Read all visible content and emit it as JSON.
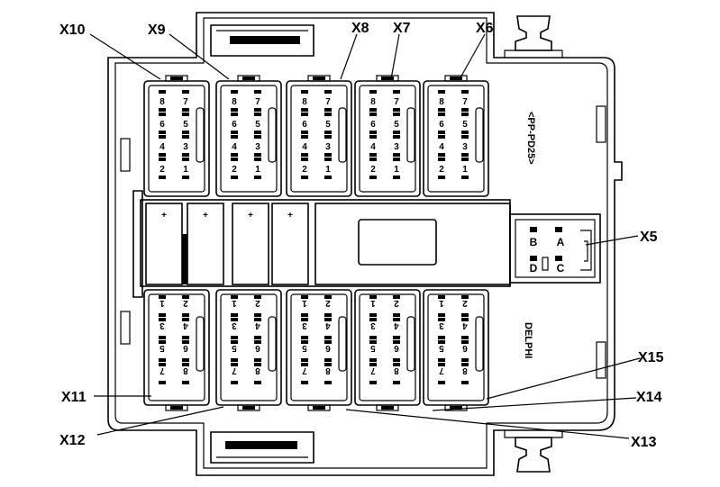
{
  "callouts": {
    "x10": "X10",
    "x9": "X9",
    "x8": "X8",
    "x7": "X7",
    "x6": "X6",
    "x5": "X5",
    "x15": "X15",
    "x14": "X14",
    "x13": "X13",
    "x12": "X12",
    "x11": "X11"
  },
  "vertical_labels": {
    "part_number": "<PP-PD25>",
    "maker": "DELPHI"
  },
  "fuse_symbol": "+",
  "x5_pins": {
    "a": "A",
    "b": "B",
    "c": "C",
    "d": "D"
  },
  "top_pin_rows": [
    [
      "8",
      "7"
    ],
    [
      "6",
      "5"
    ],
    [
      "4",
      "3"
    ],
    [
      "2",
      "1"
    ]
  ],
  "bottom_pin_rows": [
    [
      "1",
      "2"
    ],
    [
      "3",
      "4"
    ],
    [
      "5",
      "6"
    ],
    [
      "7",
      "8"
    ]
  ]
}
